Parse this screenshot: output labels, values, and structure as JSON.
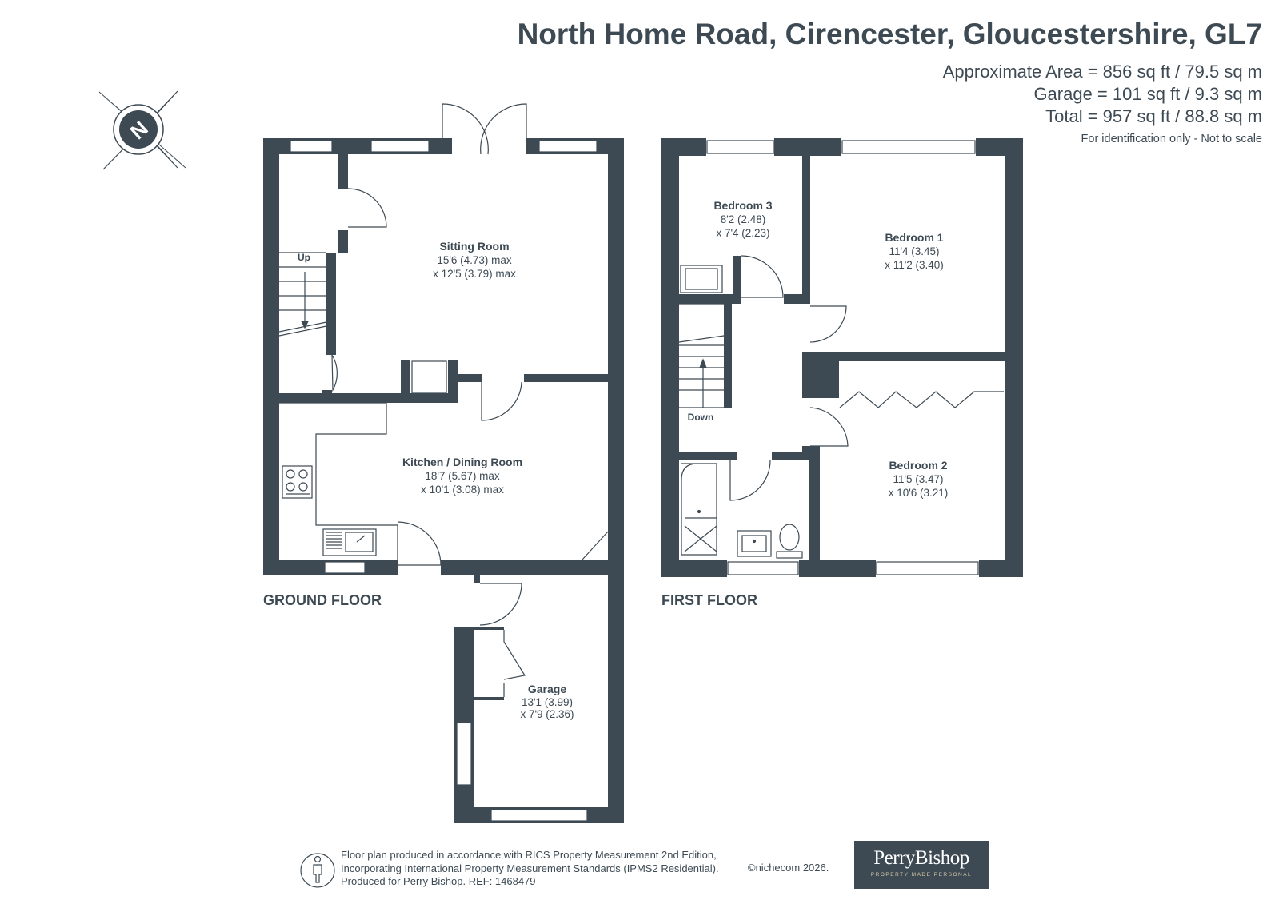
{
  "header": {
    "title": "North Home Road, Cirencester, Gloucestershire, GL7",
    "approx_area": "Approximate Area = 856 sq ft / 79.5 sq m",
    "garage_area": "Garage = 101 sq ft / 9.3 sq m",
    "total_area": "Total = 957 sq ft / 88.8 sq m",
    "disclaimer": "For identification only - Not to scale"
  },
  "compass": {
    "letter": "N",
    "icon": "compass-icon"
  },
  "ground_floor": {
    "label": "GROUND FLOOR",
    "stairs_label": "Up",
    "rooms": {
      "sitting": {
        "name": "Sitting Room",
        "dim1": "15'6 (4.73) max",
        "dim2": "x 12'5 (3.79) max"
      },
      "kitchen": {
        "name": "Kitchen / Dining Room",
        "dim1": "18'7 (5.67) max",
        "dim2": "x 10'1 (3.08) max"
      },
      "garage": {
        "name": "Garage",
        "dim1": "13'1 (3.99)",
        "dim2": "x 7'9 (2.36)"
      }
    }
  },
  "first_floor": {
    "label": "FIRST FLOOR",
    "stairs_label": "Down",
    "rooms": {
      "bedroom3": {
        "name": "Bedroom 3",
        "dim1": "8'2 (2.48)",
        "dim2": "x 7'4 (2.23)"
      },
      "bedroom1": {
        "name": "Bedroom 1",
        "dim1": "11'4 (3.45)",
        "dim2": "x 11'2 (3.40)"
      },
      "bedroom2": {
        "name": "Bedroom 2",
        "dim1": "11'5 (3.47)",
        "dim2": "x 10'6 (3.21)"
      }
    }
  },
  "footer": {
    "line1": "Floor plan produced in accordance with RICS Property Measurement 2nd Edition,",
    "line2": "Incorporating International Property Measurement Standards (IPMS2 Residential).",
    "line3": "Produced for Perry Bishop.   REF: 1468479",
    "copyright": "©nichecom 2026.",
    "logo_name": "PerryBishop",
    "logo_tagline": "PROPERTY MADE PERSONAL",
    "icon": "person-icon"
  },
  "colors": {
    "wall": "#3d4a54",
    "text": "#3d4a54",
    "logo_bg": "#3d4a54"
  }
}
